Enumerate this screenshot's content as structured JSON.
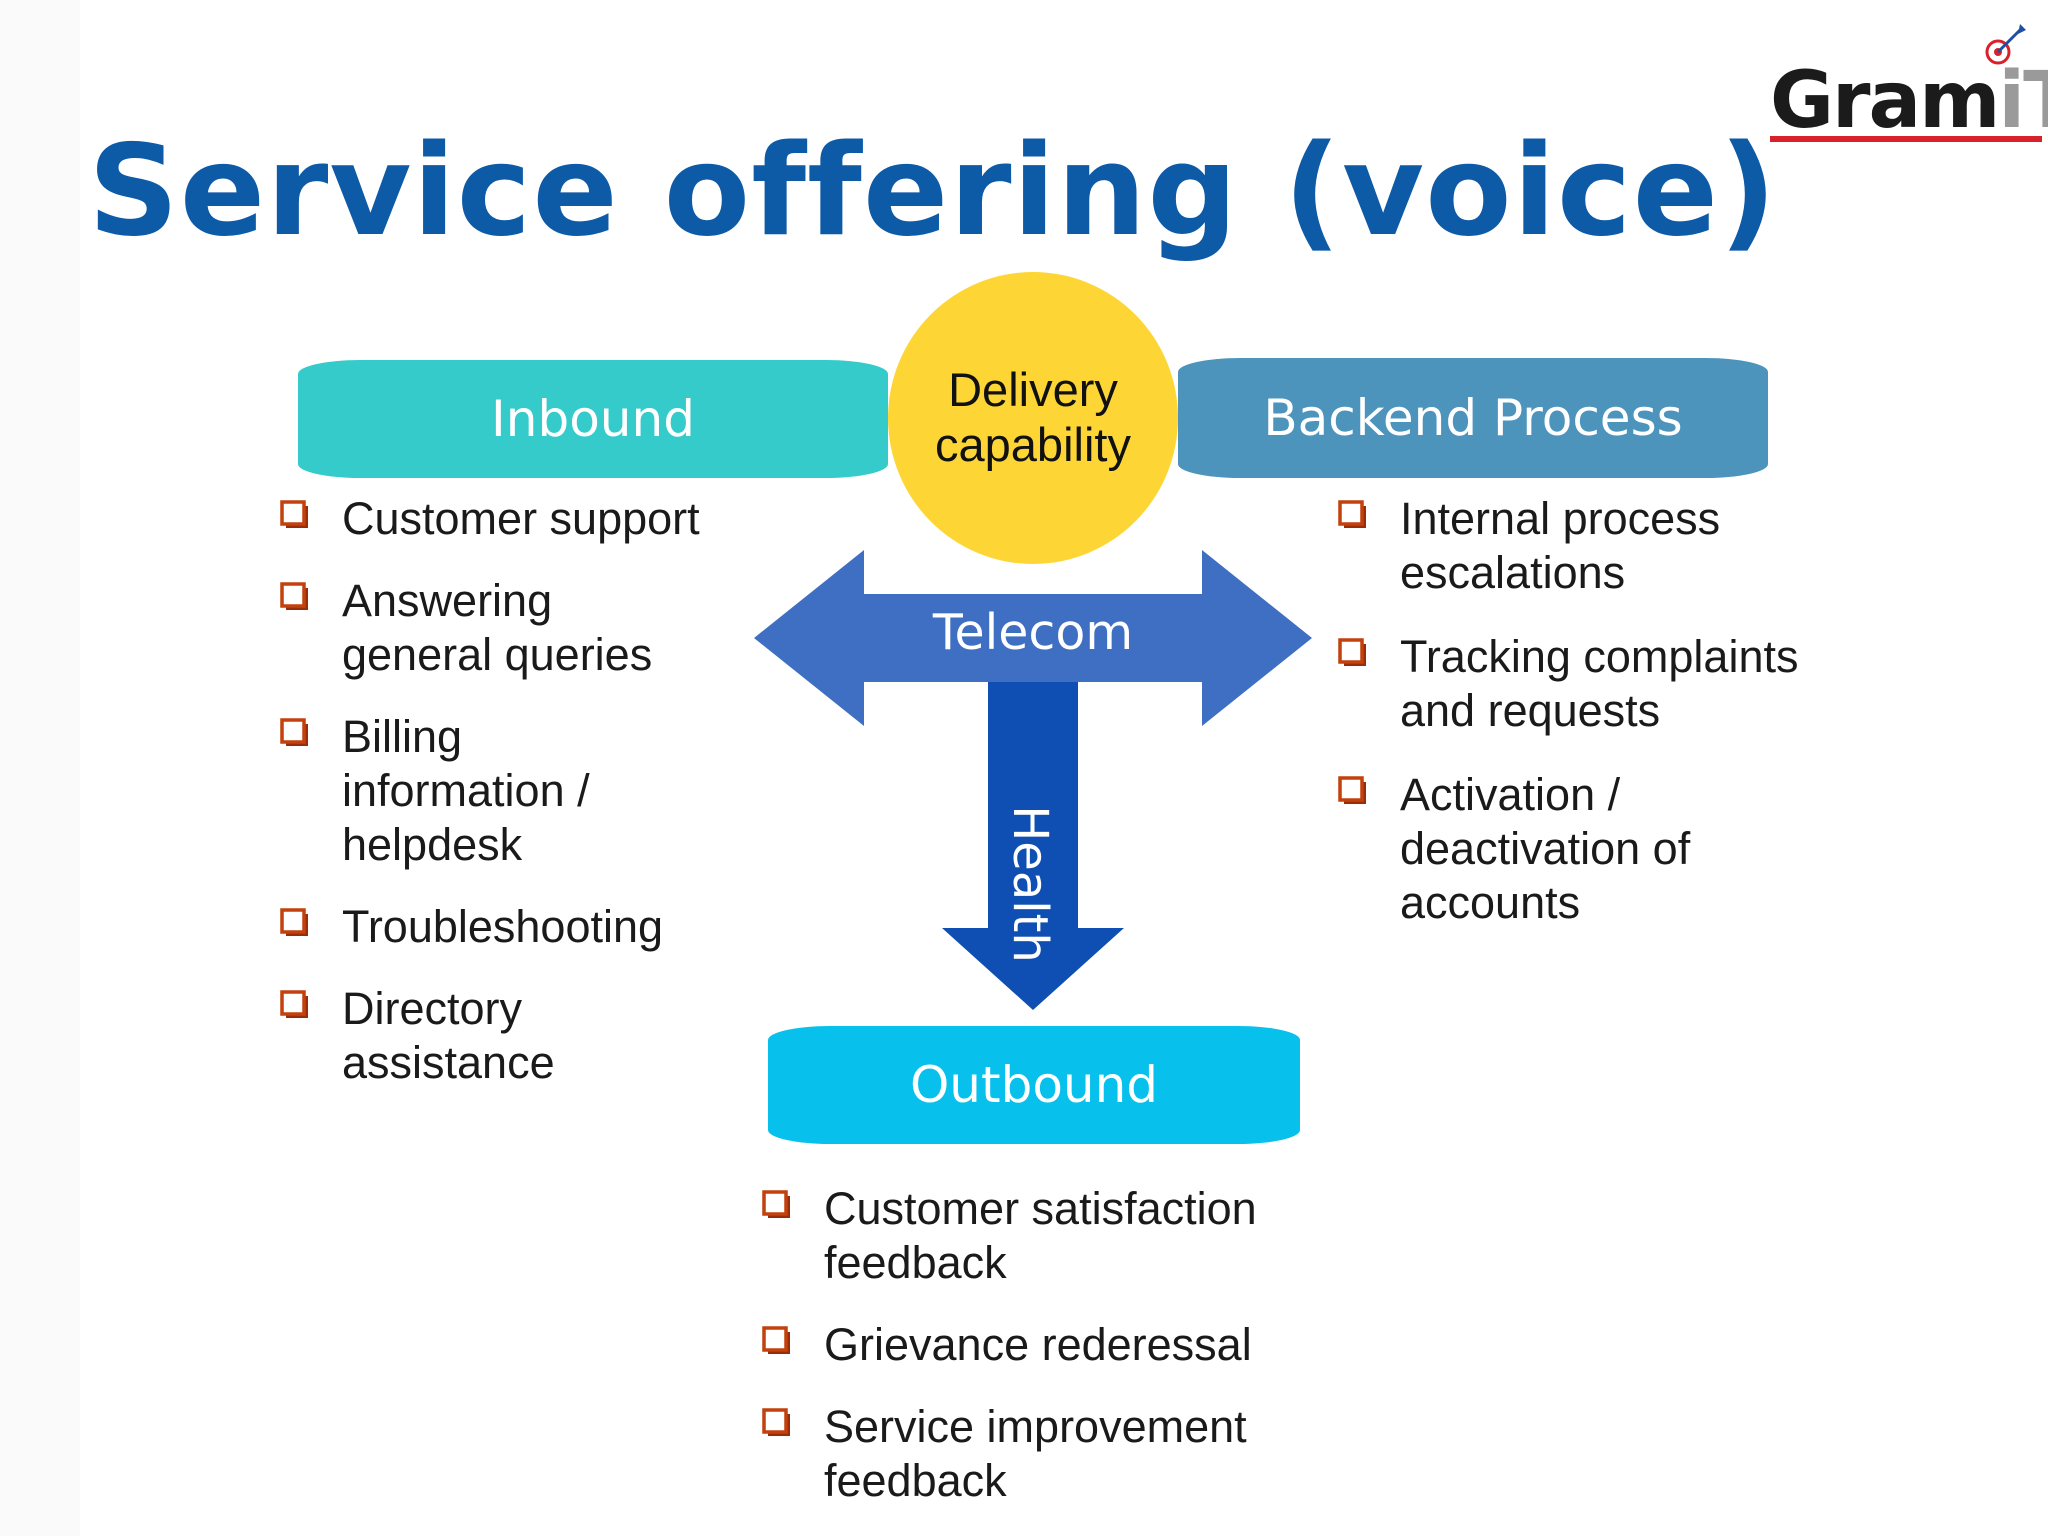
{
  "slide": {
    "title": "Service offering (voice)"
  },
  "logo": {
    "word_dark": "Gram",
    "word_light": "iT",
    "accent_color": "#d8212a"
  },
  "diagram": {
    "center": {
      "line1": "Delivery",
      "line2": "capability",
      "color": "#fdd636"
    },
    "inbound": {
      "label": "Inbound",
      "color": "#35cbcb",
      "items": [
        [
          "Customer support"
        ],
        [
          "Answering",
          "general queries"
        ],
        [
          "Billing",
          "information /",
          "helpdesk"
        ],
        [
          "Troubleshooting"
        ],
        [
          "Directory",
          "assistance"
        ]
      ]
    },
    "backend": {
      "label": "Backend Process",
      "color": "#4d94bd",
      "items": [
        [
          "Internal process",
          "escalations"
        ],
        [
          "Tracking complaints",
          "and requests"
        ],
        [
          "Activation /",
          "deactivation of",
          "accounts"
        ]
      ]
    },
    "outbound": {
      "label": "Outbound",
      "color": "#07c1ec",
      "items": [
        [
          "Customer satisfaction",
          "feedback"
        ],
        [
          "Grievance rederessal"
        ],
        [
          "Service improvement",
          "feedback"
        ]
      ]
    },
    "arrows": {
      "horizontal_label": "Telecom",
      "horizontal_color": "#3f6fc3",
      "vertical_label": "Health",
      "vertical_color": "#0f4fb3"
    },
    "bullet_color": "#c2410c"
  }
}
